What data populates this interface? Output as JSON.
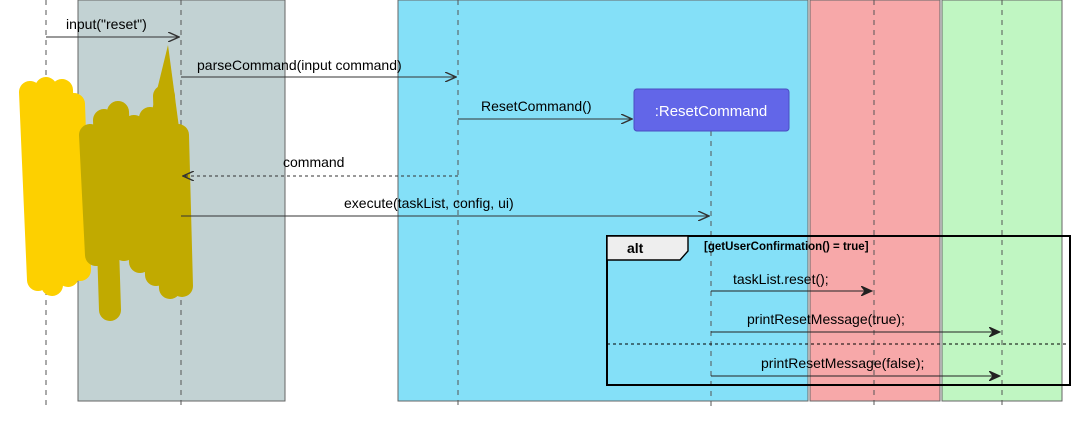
{
  "colors": {
    "box_1": "#c2d2d3",
    "box_2": "#84e0f8",
    "box_3": "#f7a8a9",
    "box_4": "#c0f6c2",
    "object": "#6266e8",
    "highlight": "#fdd000",
    "highlight_overlap": "#c1aa00"
  },
  "messages": [
    {
      "id": "m1",
      "label": "input(\"reset\")",
      "style": "solid"
    },
    {
      "id": "m2",
      "label": "parseCommand(input command)",
      "style": "solid"
    },
    {
      "id": "m3",
      "label": "ResetCommand()",
      "style": "solid"
    },
    {
      "id": "m4",
      "label": "command",
      "style": "dashed"
    },
    {
      "id": "m5",
      "label": "execute(taskList, config, ui)",
      "style": "solid"
    },
    {
      "id": "m6",
      "label": "taskList.reset();",
      "style": "solid"
    },
    {
      "id": "m7",
      "label": "printResetMessage(true);",
      "style": "solid"
    },
    {
      "id": "m8",
      "label": "printResetMessage(false);",
      "style": "solid"
    }
  ],
  "objects": {
    "reset_command": ":ResetCommand"
  },
  "alt_fragment": {
    "operator": "alt",
    "guard": "[getUserConfirmation() = true]"
  }
}
